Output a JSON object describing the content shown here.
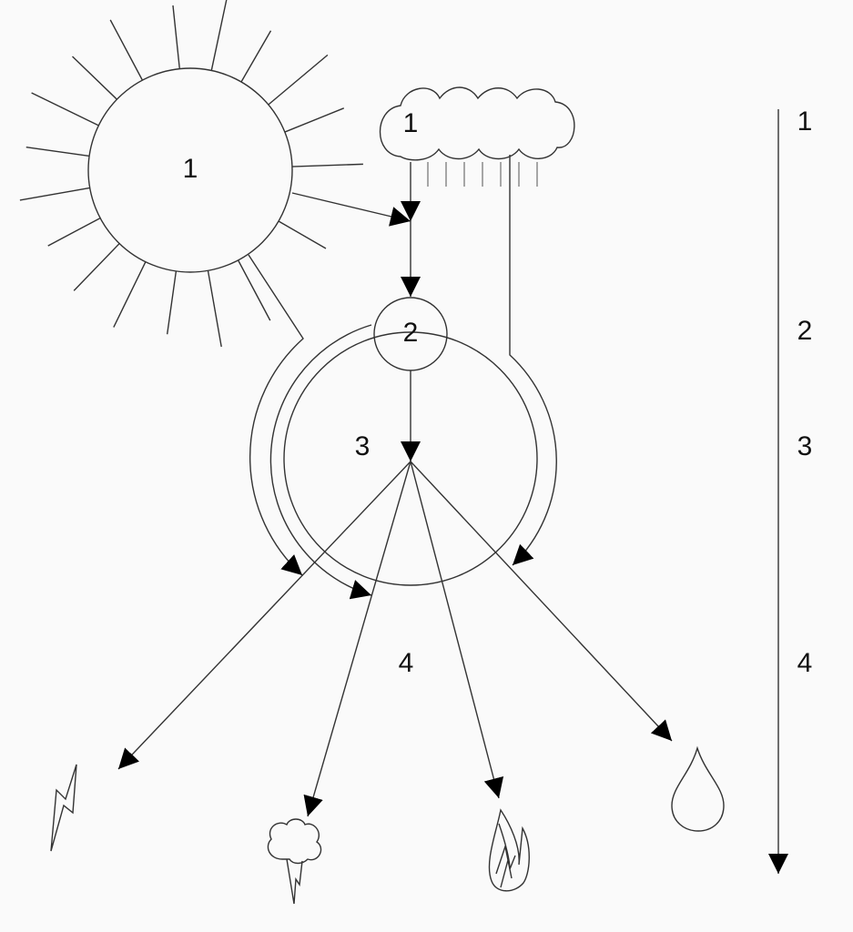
{
  "labels": {
    "sun": "1",
    "cloud": "1",
    "node_2": "2",
    "node_3": "3",
    "node_4": "4",
    "scale_1": "1",
    "scale_2": "2",
    "scale_3": "3",
    "scale_4": "4"
  },
  "outputs": [
    "lightning-icon",
    "storm-cloud-icon",
    "fire-icon",
    "water-drop-icon"
  ],
  "colors": {
    "line": "#333333",
    "background": "#fafafa"
  }
}
